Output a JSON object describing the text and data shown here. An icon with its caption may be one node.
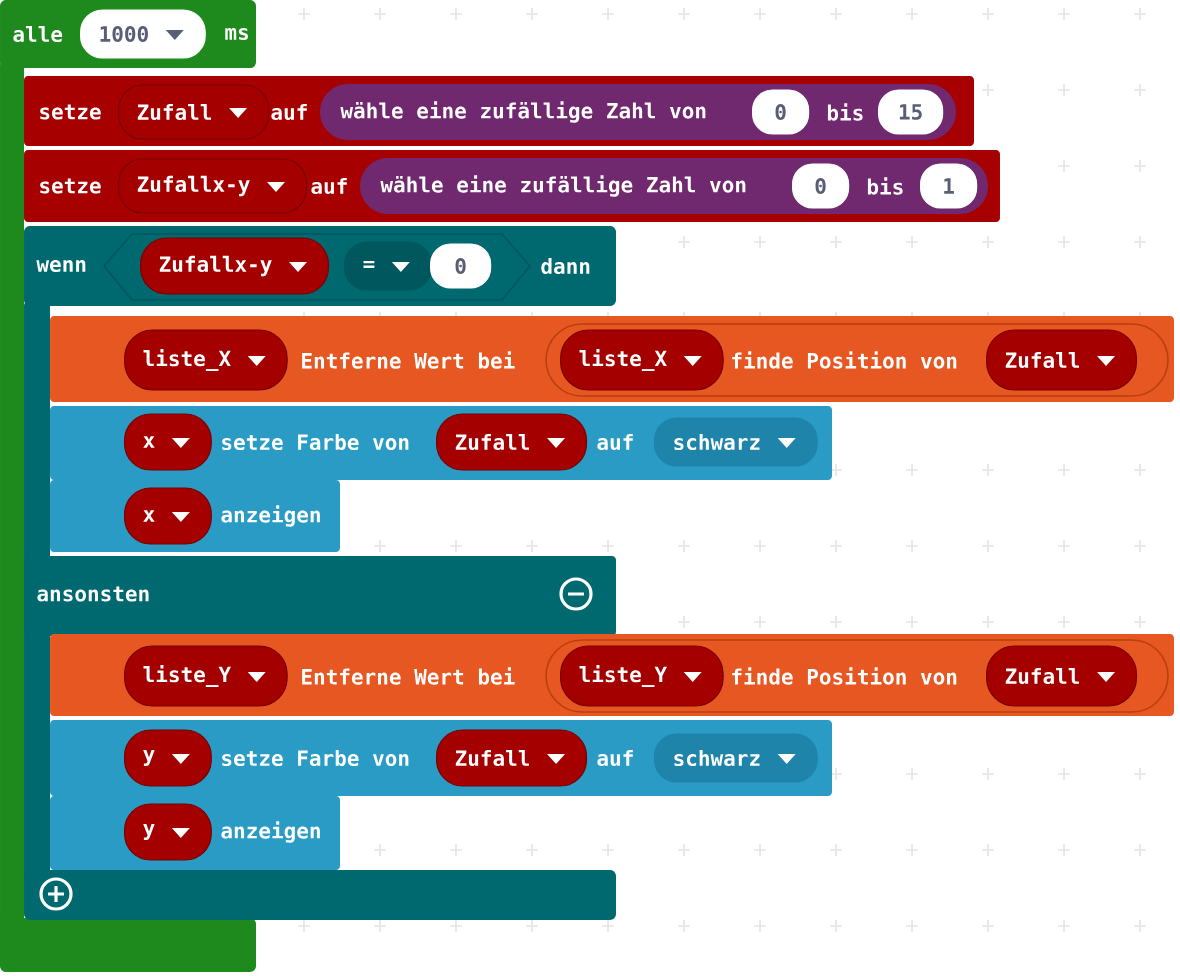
{
  "diagram": {
    "nodes": [
      {
        "text": [
          "alle",
          "ms"
        ]
      },
      {
        "text": [
          "1000"
        ],
        "in": 0
      },
      {
        "text": [
          "setze",
          "auf"
        ]
      },
      {
        "text": [
          "Zufall"
        ],
        "in": 2
      },
      {
        "text": [
          "wähle eine zufällige Zahl von",
          "bis"
        ],
        "in": 2
      },
      {
        "text": [
          "0"
        ],
        "in": 4
      },
      {
        "text": [
          "15"
        ],
        "in": 4
      },
      {
        "text": [
          "setze",
          "auf"
        ]
      },
      {
        "text": [
          "Zufallx-y"
        ],
        "in": 7
      },
      {
        "text": [
          "wähle eine zufällige Zahl von",
          "bis"
        ],
        "in": 7
      },
      {
        "text": [
          "0"
        ],
        "in": 9
      },
      {
        "text": [
          "1"
        ],
        "in": 9
      },
      {
        "text": [
          "wenn",
          "dann"
        ]
      },
      {
        "text": [],
        "shape": "hexagon",
        "in": 12
      },
      {
        "text": [
          "Zufallx-y"
        ],
        "in": 13
      },
      {
        "text": [
          "="
        ],
        "in": 13
      },
      {
        "text": [
          "0"
        ],
        "in": 13
      },
      {
        "text": [
          "Entferne Wert bei"
        ]
      },
      {
        "text": [
          "liste_X"
        ],
        "in": 17
      },
      {
        "text": [
          "finde Position von"
        ],
        "in": 17
      },
      {
        "text": [
          "liste_X"
        ],
        "in": 19
      },
      {
        "text": [
          "Zufall"
        ],
        "in": 19
      },
      {
        "text": [
          "setze Farbe von",
          "auf"
        ]
      },
      {
        "text": [
          "x"
        ],
        "in": 22
      },
      {
        "text": [
          "Zufall"
        ],
        "in": 22
      },
      {
        "text": [
          "schwarz"
        ],
        "in": 22
      },
      {
        "text": [
          "anzeigen"
        ]
      },
      {
        "text": [
          "x"
        ],
        "in": 26
      },
      {
        "text": [
          "ansonsten"
        ]
      },
      {
        "text": [
          "Entferne Wert bei"
        ]
      },
      {
        "text": [
          "liste_Y"
        ],
        "in": 29
      },
      {
        "text": [
          "finde Position von"
        ],
        "in": 29
      },
      {
        "text": [
          "liste_Y"
        ],
        "in": 31
      },
      {
        "text": [
          "Zufall"
        ],
        "in": 31
      },
      {
        "text": [
          "setze Farbe von",
          "auf"
        ]
      },
      {
        "text": [
          "y"
        ],
        "in": 34
      },
      {
        "text": [
          "Zufall"
        ],
        "in": 34
      },
      {
        "text": [
          "schwarz"
        ],
        "in": 34
      },
      {
        "text": [
          "anzeigen"
        ]
      },
      {
        "text": [
          "y"
        ],
        "in": 38
      }
    ]
  }
}
